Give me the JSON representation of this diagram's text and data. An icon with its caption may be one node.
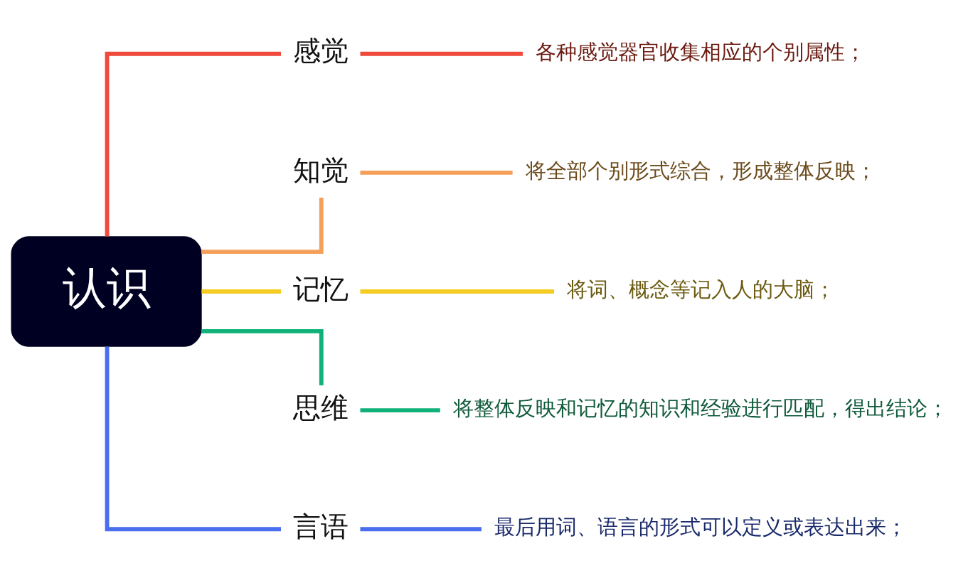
{
  "diagram": {
    "nodes": [
      {
        "text": [
          "认识"
        ]
      },
      {
        "text": [
          "感觉"
        ]
      },
      {
        "text": [
          "各种感觉器官收集相应的个别属性；"
        ]
      },
      {
        "text": [
          "知觉"
        ]
      },
      {
        "text": [
          "将全部个别形式综合，形成整体反映；"
        ]
      },
      {
        "text": [
          "记忆"
        ]
      },
      {
        "text": [
          "将词、概念等记入人的大脑；"
        ]
      },
      {
        "text": [
          "思维"
        ]
      },
      {
        "text": [
          "将整体反映和记忆的知识和经验进行匹配，得出结论；"
        ]
      },
      {
        "text": [
          "言语"
        ]
      },
      {
        "text": [
          "最后用词、语言的形式可以定义或表达出来；"
        ]
      }
    ],
    "edges": [
      {
        "from": 0,
        "to": 1,
        "arrow": "none",
        "color": "#f04a3c"
      },
      {
        "from": 1,
        "to": 2,
        "arrow": "none",
        "color": "#f04a3c"
      },
      {
        "from": 0,
        "to": 3,
        "arrow": "none",
        "color": "#f5a05a"
      },
      {
        "from": 3,
        "to": 4,
        "arrow": "none",
        "color": "#f5a05a"
      },
      {
        "from": 0,
        "to": 5,
        "arrow": "none",
        "color": "#f5cc22"
      },
      {
        "from": 5,
        "to": 6,
        "arrow": "none",
        "color": "#f5cc22"
      },
      {
        "from": 0,
        "to": 7,
        "arrow": "none",
        "color": "#11b27a"
      },
      {
        "from": 7,
        "to": 8,
        "arrow": "none",
        "color": "#11b27a"
      },
      {
        "from": 0,
        "to": 9,
        "arrow": "none",
        "color": "#4a6ef0"
      },
      {
        "from": 9,
        "to": 10,
        "arrow": "none",
        "color": "#4a6ef0"
      }
    ]
  }
}
